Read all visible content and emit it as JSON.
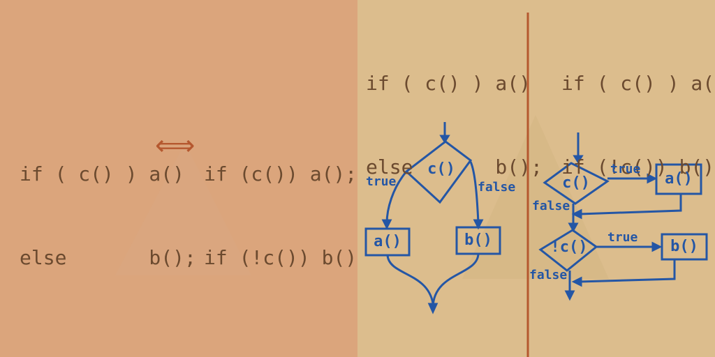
{
  "left_panel": {
    "code_a": {
      "line1": "if ( c() ) a()",
      "line2": "else       b();"
    },
    "code_b": {
      "line1": "if (c()) a();",
      "line2": "if (!c()) b();"
    },
    "equivalence_symbol": "⟺"
  },
  "middle_panel": {
    "code": {
      "line1": "if ( c() ) a()",
      "line2": "else       b();"
    },
    "flow": {
      "condition": "c()",
      "true_label": "true",
      "false_label": "false",
      "true_action": "a()",
      "false_action": "b()"
    }
  },
  "right_panel": {
    "code": {
      "line1": "if ( c() ) a();",
      "line2": "if (!c()) b();"
    },
    "flow": {
      "condition1": "c()",
      "condition2": "!c()",
      "true_label_1": "true",
      "false_label_1": "false",
      "true_label_2": "true",
      "false_label_2": "false",
      "action1": "a()",
      "action2": "b()"
    }
  },
  "colors": {
    "left_bg": "#dba57c",
    "right_bg": "#dcbd8d",
    "ink_brown": "#6b4a2f",
    "ink_blue": "#2456a5",
    "divider_red": "#b5582f"
  }
}
